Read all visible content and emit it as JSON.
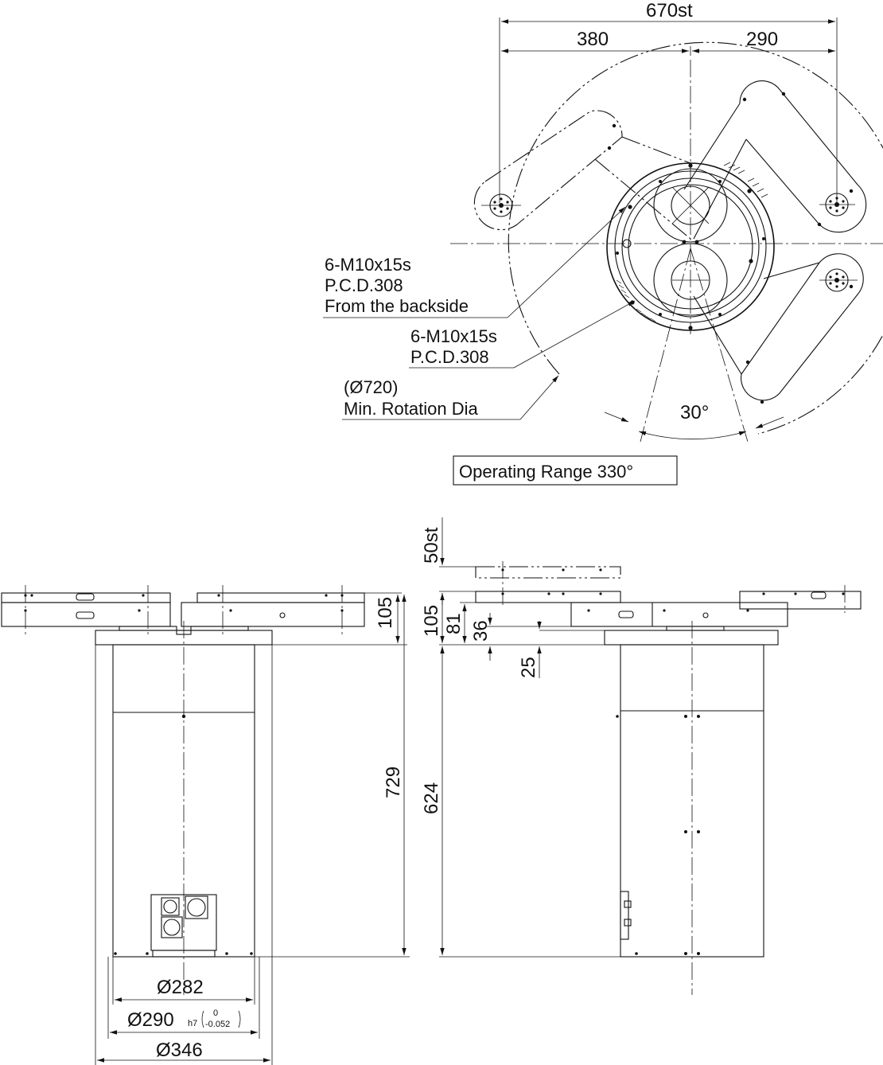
{
  "top_view": {
    "stroke_total": "670st",
    "dim_left": "380",
    "dim_right": "290",
    "note1": [
      "6-M10x15s",
      "P.C.D.308",
      "From the backside"
    ],
    "note2": [
      "6-M10x15s",
      "P.C.D.308"
    ],
    "note3": [
      "(Ø720)",
      "Min. Rotation Dia"
    ],
    "angle": "30°",
    "operating_range": "Operating Range 330°"
  },
  "front_view": {
    "height_arm": "105",
    "height_total": "729",
    "dia_inner": "Ø282",
    "dia_fit": "Ø290",
    "fit_class": "h7",
    "tol_upper": "0",
    "tol_lower": "-0.052",
    "dia_outer": "Ø346"
  },
  "side_view": {
    "stroke_z": "50st",
    "height_arm": "105",
    "dim_81": "81",
    "dim_36": "36",
    "dim_25": "25",
    "height_column": "624"
  }
}
